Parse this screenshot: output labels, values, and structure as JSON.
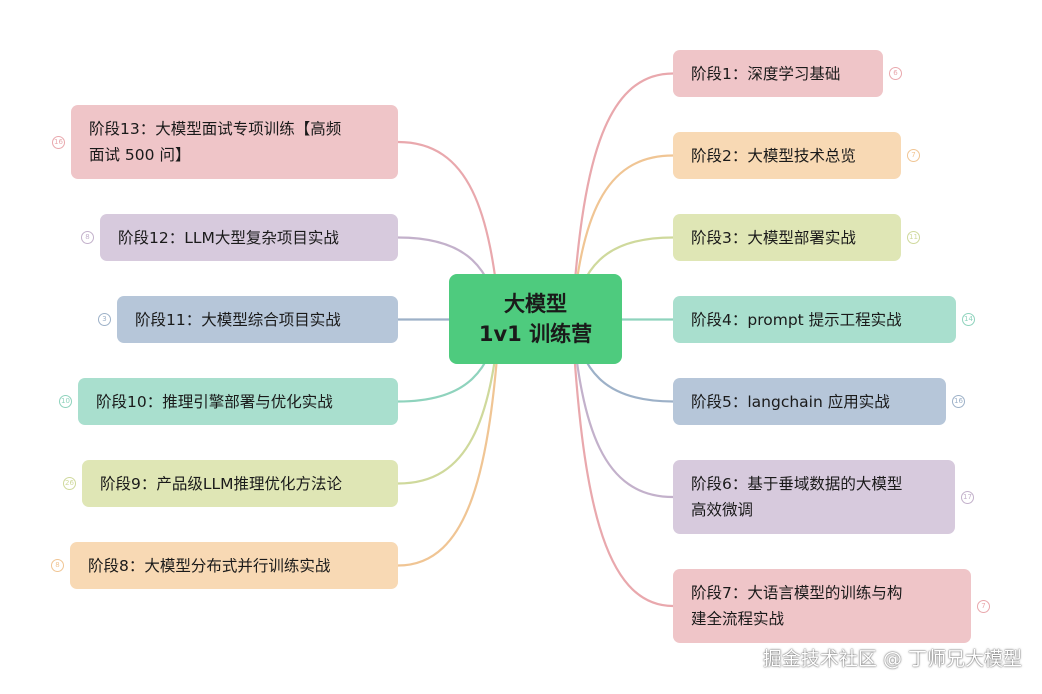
{
  "center": {
    "line1": "大模型",
    "line2": "1v1 训练营",
    "color": "#4ecb7e"
  },
  "stages": [
    {
      "label": "阶段1：深度学习基础",
      "count": "6",
      "fill": "#efc5c8",
      "line": "#e9a8ad"
    },
    {
      "label": "阶段2：大模型技术总览",
      "count": "7",
      "fill": "#f8d9b4",
      "line": "#f0c594"
    },
    {
      "label": "阶段3：大模型部署实战",
      "count": "11",
      "fill": "#dfe6b5",
      "line": "#cfd99c"
    },
    {
      "label": "阶段4：prompt 提示工程实战",
      "count": "14",
      "fill": "#a9dfce",
      "line": "#8fd3bd"
    },
    {
      "label": "阶段5：langchain 应用实战",
      "count": "16",
      "fill": "#b6c6d9",
      "line": "#9db1c8"
    },
    {
      "label": "阶段6：基于垂域数据的大模型高效微调",
      "label_lines": [
        "阶段6：基于垂域数据的大模型",
        "高效微调"
      ],
      "count": "17",
      "fill": "#d7cadd",
      "line": "#c3b1cb"
    },
    {
      "label": "阶段7：大语言模型的训练与构建全流程实战",
      "label_lines": [
        "阶段7：大语言模型的训练与构",
        "建全流程实战"
      ],
      "count": "7",
      "fill": "#efc5c8",
      "line": "#e9a8ad"
    },
    {
      "label": "阶段8：大模型分布式并行训练实战",
      "count": "8",
      "fill": "#f8d9b4",
      "line": "#f0c594"
    },
    {
      "label": "阶段9：产品级LLM推理优化方法论",
      "count": "26",
      "fill": "#dfe6b5",
      "line": "#cfd99c"
    },
    {
      "label": "阶段10：推理引擎部署与优化实战",
      "count": "10",
      "fill": "#a9dfce",
      "line": "#8fd3bd"
    },
    {
      "label": "阶段11：大模型综合项目实战",
      "count": "3",
      "fill": "#b6c6d9",
      "line": "#9db1c8"
    },
    {
      "label": "阶段12：LLM大型复杂项目实战",
      "count": "8",
      "fill": "#d7cadd",
      "line": "#c3b1cb"
    },
    {
      "label": "阶段13：大模型面试专项训练【高频面试 500 问】",
      "label_lines": [
        "阶段13：大模型面试专项训练【高频",
        "面试 500 问】"
      ],
      "count": "16",
      "fill": "#efc5c8",
      "line": "#e9a8ad"
    }
  ],
  "watermark": "掘金技术社区 @ 丁师兄大模型"
}
